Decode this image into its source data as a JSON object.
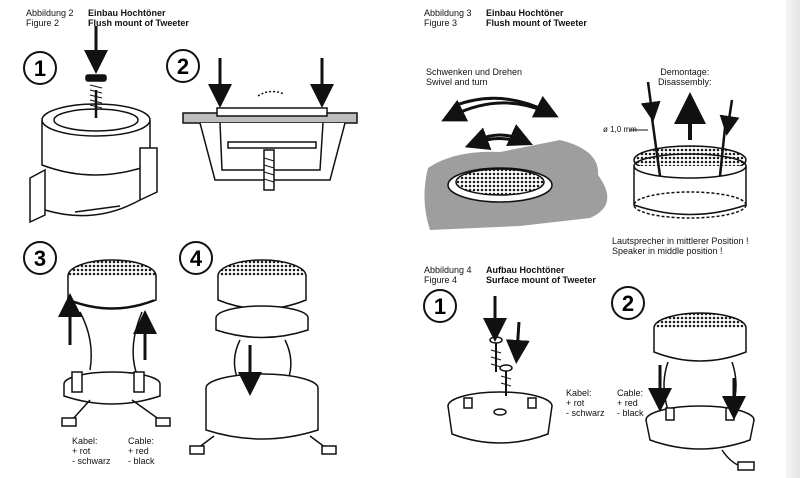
{
  "fig2": {
    "label_de": "Abbildung 2",
    "label_en": "Figure 2",
    "title_de": "Einbau Hochtöner",
    "title_en": "Flush mount of Tweeter",
    "steps": [
      "1",
      "2",
      "3",
      "4"
    ],
    "cable": {
      "kabel_title": "Kabel:",
      "kabel_plus": "+ rot",
      "kabel_minus": "- schwarz",
      "cable_title": "Cable:",
      "cable_plus": "+ red",
      "cable_minus": "-  black"
    }
  },
  "fig3": {
    "label_de": "Abbildung 3",
    "label_en": "Figure 3",
    "title_de": "Einbau Hochtöner",
    "title_en": "Flush mount of Tweeter",
    "swivel_de": "Schwenken und Drehen",
    "swivel_en": "Swivel and turn",
    "demontage_de": "Demontage:",
    "demontage_en": "Disassembly:",
    "diameter": "ø 1,0 mm",
    "position_de": "Lautsprecher in mittlerer Position !",
    "position_en": "Speaker in middle position !"
  },
  "fig4": {
    "label_de": "Abbildung 4",
    "label_en": "Figure 4",
    "title_de": "Aufbau Hochtöner",
    "title_en": "Surface mount of Tweeter",
    "steps": [
      "1",
      "2"
    ],
    "cable": {
      "kabel_title": "Kabel:",
      "kabel_plus": "+ rot",
      "kabel_minus": "- schwarz",
      "cable_title": "Cable:",
      "cable_plus": "+ red",
      "cable_minus": "-  black"
    }
  }
}
